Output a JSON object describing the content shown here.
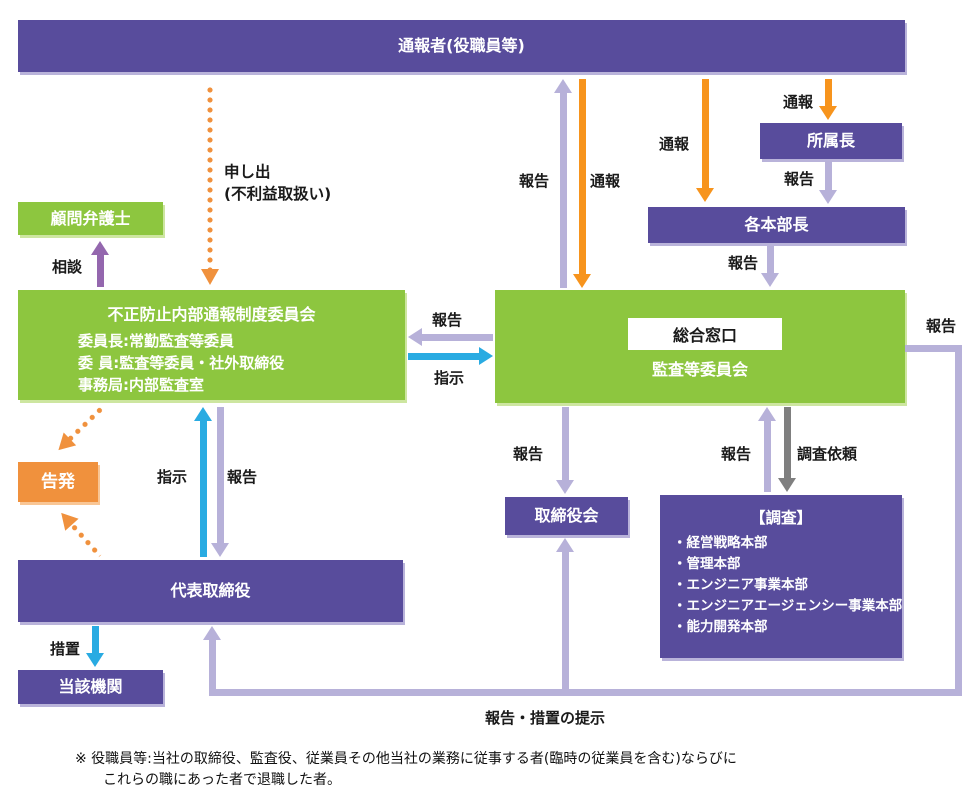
{
  "colors": {
    "box_purple": "#584c9c",
    "box_green": "#8dc63f",
    "box_orange": "#f0913d",
    "arrow_light_purple": "#b7b1d9",
    "arrow_orange": "#f0913d",
    "arrow_blue": "#29abe2",
    "arrow_gray": "#7f7f7f",
    "arrow_mid_purple": "#9467ae"
  },
  "nodes": {
    "reporter": "通報者(役職員等)",
    "advisor": "顧問弁護士",
    "supervisor": "所属長",
    "division_heads": "各本部長",
    "committee": {
      "title": "不正防止内部通報制度委員会",
      "members": [
        "委員長:常勤監査等委員",
        "委 員:監査等委員・社外取締役",
        "事務局:内部監査室"
      ]
    },
    "audit_committee": {
      "window": "総合窓口",
      "name": "監査等委員会"
    },
    "board": "取締役会",
    "investigation": {
      "title": "【調査】",
      "items": [
        "・経営戦略本部",
        "・管理本部",
        "・エンジニア事業本部",
        "・エンジニアエージェンシー事業本部",
        "・能力開発本部"
      ]
    },
    "ceo": "代表取締役",
    "accusation": "告発",
    "authority": "当該機関"
  },
  "labels": {
    "application_line1": "申し出",
    "application_line2": "(不利益取扱い)",
    "consult": "相談",
    "report": "報告",
    "whistle": "通報",
    "instruct": "指示",
    "investigation_request": "調査依頼",
    "measure": "措置",
    "report_measures": "報告・措置の提示"
  },
  "footnote": {
    "line1": "※ 役職員等:当社の取締役、監査役、従業員その他当社の業務に従事する者(臨時の従業員を含む)ならびに",
    "line2": "これらの職にあった者で退職した者。"
  }
}
